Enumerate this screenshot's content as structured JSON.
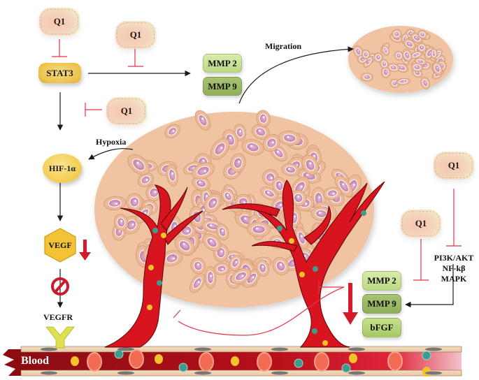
{
  "figure": {
    "q1_label": "Q1",
    "nodes": {
      "stat3": "STAT3",
      "hif1a": "HIF-1α",
      "vegf": "VEGF",
      "vegfr": "VEGFR",
      "mmp2_top": "MMP 2",
      "mmp9_top": "MMP 9",
      "mmp2_bottom": "MMP 2",
      "mmp9_bottom": "MMP 9",
      "bfgf": "bFGF",
      "pathway_line1": "PI3K/AKT",
      "pathway_line2": "NF-kβ",
      "pathway_line3": "MAPK"
    },
    "labels": {
      "migration": "Migration",
      "hypoxia": "Hypoxia",
      "blood": "Blood"
    },
    "inhibitors": [
      {
        "id": "q1-top-left",
        "target": "STAT3"
      },
      {
        "id": "q1-top-middle",
        "target": "STAT3 → MMP2/MMP9"
      },
      {
        "id": "q1-middle-left",
        "target": "STAT3 → HIF-1α"
      },
      {
        "id": "q1-right-top",
        "target": "PI3K/AKT, NF-kβ, MAPK"
      },
      {
        "id": "q1-right-middle",
        "target": "MMP 2 / MMP 9 / bFGF"
      }
    ],
    "indicators": {
      "vegf_change": "down",
      "growth_factors_change": "down",
      "vegf_vegfr_binding": "blocked"
    },
    "colors": {
      "inhibition": "#e8334a",
      "arrow": "#1a1a1a",
      "vessel": "#d0141f",
      "blood": "#8d0d12",
      "cell": "#f1bf9a",
      "nucleus": "#c98ab7",
      "stat3": "#ecc24a",
      "mmp2": "#c9e396",
      "mmp9": "#9cb966",
      "receptor": "#d8dc4b"
    }
  }
}
